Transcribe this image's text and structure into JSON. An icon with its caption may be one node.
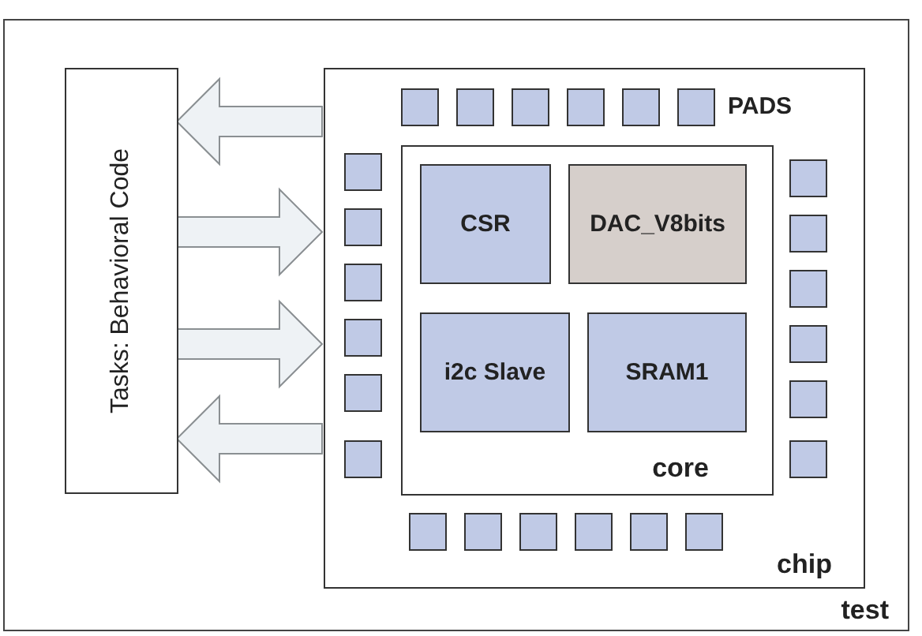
{
  "diagram": {
    "nodes": [
      {
        "text": [
          "test"
        ]
      },
      {
        "text": [
          "Tasks: Behavioral Code"
        ],
        "in": 0
      },
      {
        "text": [
          "chip"
        ],
        "in": 0
      },
      {
        "text": [],
        "shape": "box",
        "in": 2
      },
      {
        "text": [],
        "shape": "box",
        "in": 2
      },
      {
        "text": [],
        "shape": "box",
        "in": 2
      },
      {
        "text": [],
        "shape": "box",
        "in": 2
      },
      {
        "text": [],
        "shape": "box",
        "in": 2
      },
      {
        "text": [],
        "shape": "box",
        "in": 2
      },
      {
        "text": [
          "core"
        ],
        "in": 2
      },
      {
        "text": [
          "CSR"
        ],
        "in": 9
      },
      {
        "text": [
          "DAC_V8bits"
        ],
        "in": 9
      },
      {
        "text": [
          "i2c Slave"
        ],
        "in": 9
      },
      {
        "text": [
          "SRAM1"
        ],
        "in": 9
      },
      {
        "text": [],
        "shape": "box",
        "in": 2
      },
      {
        "text": [],
        "shape": "box",
        "in": 2
      },
      {
        "text": [],
        "shape": "box",
        "in": 2
      },
      {
        "text": [],
        "shape": "box",
        "in": 2
      },
      {
        "text": [],
        "shape": "box",
        "in": 2
      },
      {
        "text": [],
        "shape": "box",
        "in": 2
      },
      {
        "text": [],
        "shape": "box",
        "in": 2
      },
      {
        "text": [],
        "shape": "box",
        "in": 2
      },
      {
        "text": [],
        "shape": "box",
        "in": 2
      },
      {
        "text": [],
        "shape": "box",
        "in": 2
      },
      {
        "text": [],
        "shape": "box",
        "in": 2
      },
      {
        "text": [],
        "shape": "box",
        "in": 2
      },
      {
        "text": [],
        "shape": "box",
        "in": 2
      },
      {
        "text": [],
        "shape": "box",
        "in": 2
      },
      {
        "text": [],
        "shape": "box",
        "in": 2
      },
      {
        "text": [],
        "shape": "box",
        "in": 2
      },
      {
        "text": [],
        "shape": "box",
        "in": 2
      },
      {
        "text": [],
        "shape": "box",
        "in": 2
      }
    ],
    "edges": [
      {
        "from": 2,
        "to": 1,
        "arrow": "to"
      },
      {
        "from": 1,
        "to": 2,
        "arrow": "to"
      },
      {
        "from": 1,
        "to": 2,
        "arrow": "to"
      },
      {
        "from": 2,
        "to": 1,
        "arrow": "to"
      }
    ],
    "labels": [
      "PADS"
    ]
  }
}
